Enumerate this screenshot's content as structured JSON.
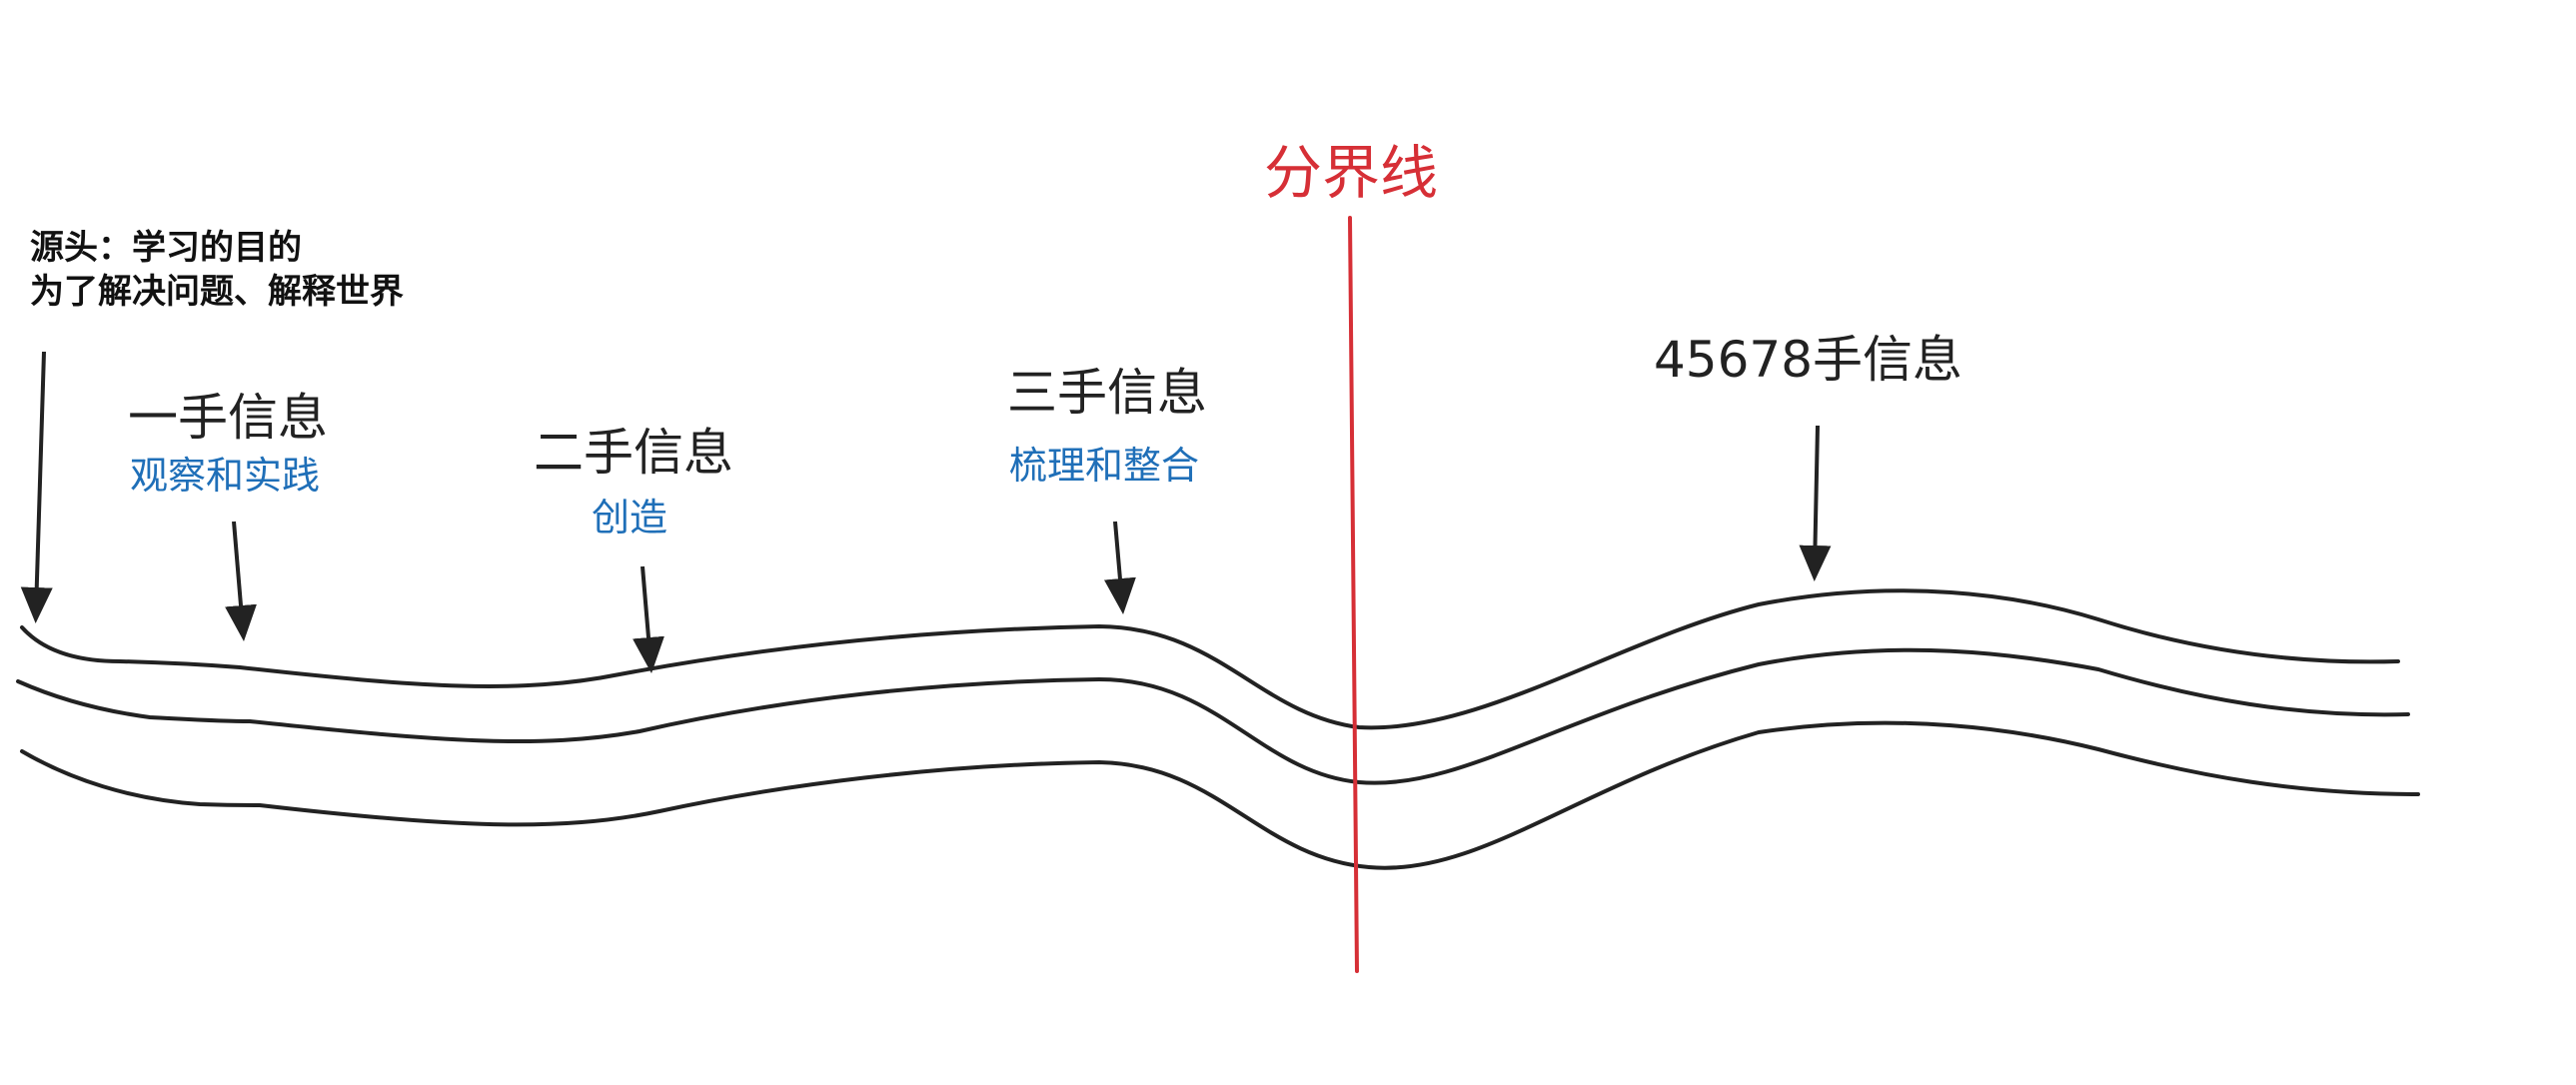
{
  "source": {
    "line1": "源头：学习的目的",
    "line2": "为了解决问题、解释世界"
  },
  "stages": [
    {
      "title": "一手信息",
      "subtitle": "观察和实践"
    },
    {
      "title": "二手信息",
      "subtitle": "创造"
    },
    {
      "title": "三手信息",
      "subtitle": "梳理和整合"
    },
    {
      "title": "45678手信息",
      "subtitle": ""
    }
  ],
  "divider": {
    "label": "分界线"
  },
  "colors": {
    "ink": "#222222",
    "subtitle": "#1f6fb8",
    "divider": "#d62f36"
  }
}
